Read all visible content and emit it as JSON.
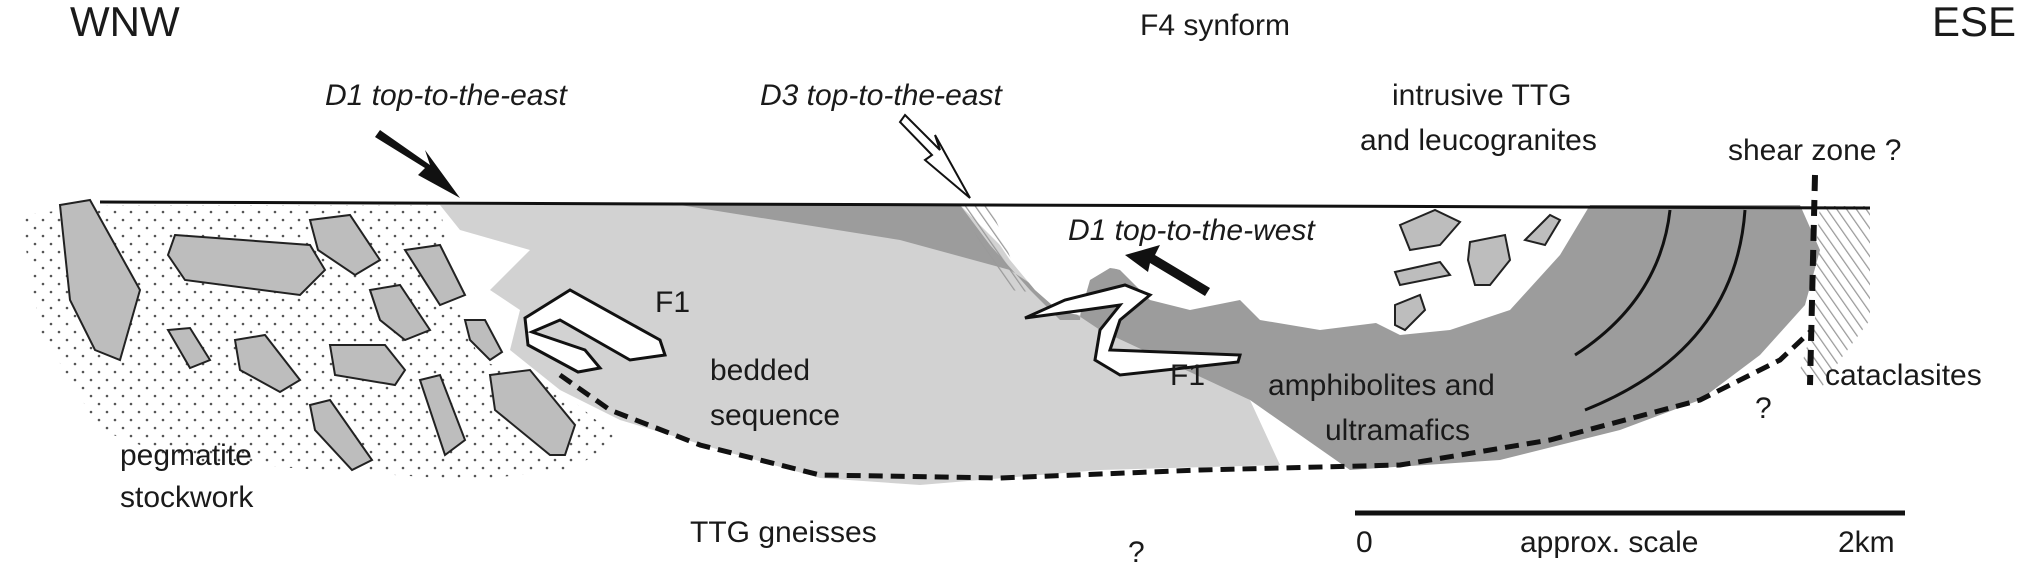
{
  "orientation": {
    "west": "WNW",
    "east": "ESE"
  },
  "structure_title": "F4 synform",
  "labels": {
    "d1_east": "D1 top-to-the-east",
    "d3_east": "D3 top-to-the-east",
    "intrusive_1": "intrusive TTG",
    "intrusive_2": "and leucogranites",
    "shear_zone": "shear zone ?",
    "d1_west": "D1 top-to-the-west",
    "f1_left": "F1",
    "f1_right": "F1",
    "bedded_1": "bedded",
    "bedded_2": "sequence",
    "amph_1": "amphibolites and",
    "amph_2": "ultramafics",
    "cataclasites": "cataclasites",
    "pegmatite_1": "pegmatite",
    "pegmatite_2": "stockwork",
    "ttg_gneisses": "TTG gneisses",
    "question_bottom": "?",
    "question_right": "?"
  },
  "scale": {
    "start": "0",
    "label": "approx. scale",
    "end": "2km"
  },
  "colors": {
    "light_unit": "#d2d2d2",
    "dark_unit": "#9c9c9c",
    "clast_fill": "#bdbdbd",
    "line": "#111111"
  }
}
